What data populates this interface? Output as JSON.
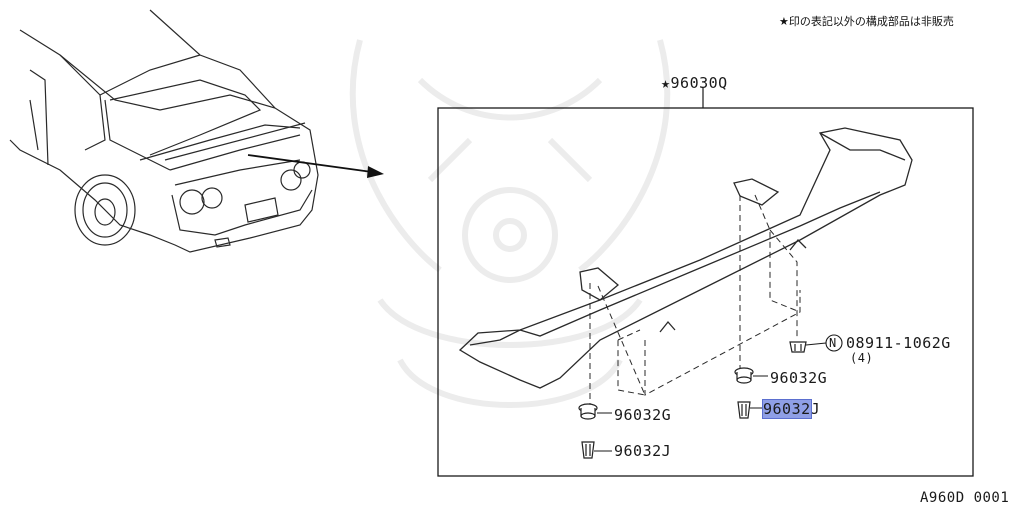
{
  "notice": "★印の表記以外の構成部品は非販売",
  "assembly_part": "★96030Q",
  "nut_marker": "N",
  "nut_part": "08911-1062G",
  "nut_qty": "(4)",
  "labels": {
    "g_right": "96032G",
    "j_right_hl": "96032",
    "j_right_tail": "J",
    "g_left": "96032G",
    "j_left": "96032J"
  },
  "diagram_code": "A960D 0001",
  "colors": {
    "highlight": "#8f9fe6",
    "line": "#1a1a1a"
  }
}
